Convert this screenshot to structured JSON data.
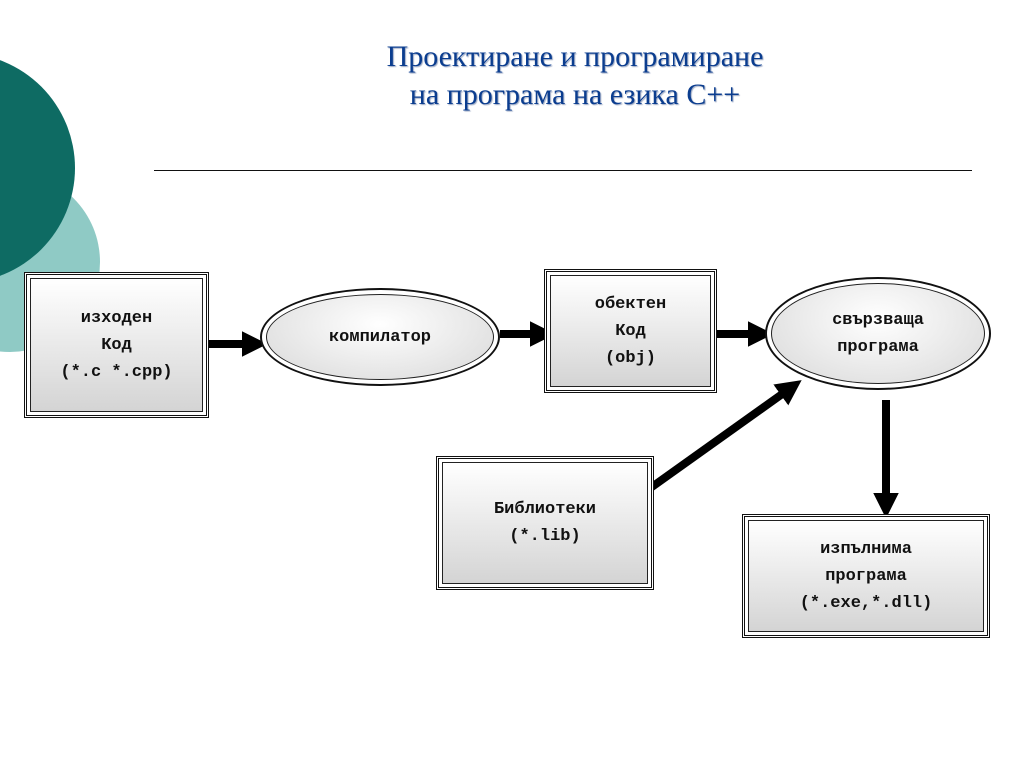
{
  "title": {
    "line1": "Проектиране и програмиране",
    "line2": "на програма на езика С++"
  },
  "nodes": {
    "source": {
      "line1": "изходен",
      "line2": "Код",
      "line3": "(*.c *.cpp)"
    },
    "compiler": {
      "line1": "компилатор"
    },
    "object": {
      "line1": "обектен",
      "line2": "Код",
      "line3": "(obj)"
    },
    "linker": {
      "line1": "свързваща",
      "line2": "програма"
    },
    "libraries": {
      "line1": "Библиотеки",
      "line2": "(*.lib)"
    },
    "executable": {
      "line1": "изпълнима",
      "line2": "програма",
      "line3": "(*.exe,*.dll)"
    }
  },
  "colors": {
    "title": "#0b3d8f",
    "decor_dark": "#0e6b63",
    "decor_light": "#8fcac5"
  }
}
